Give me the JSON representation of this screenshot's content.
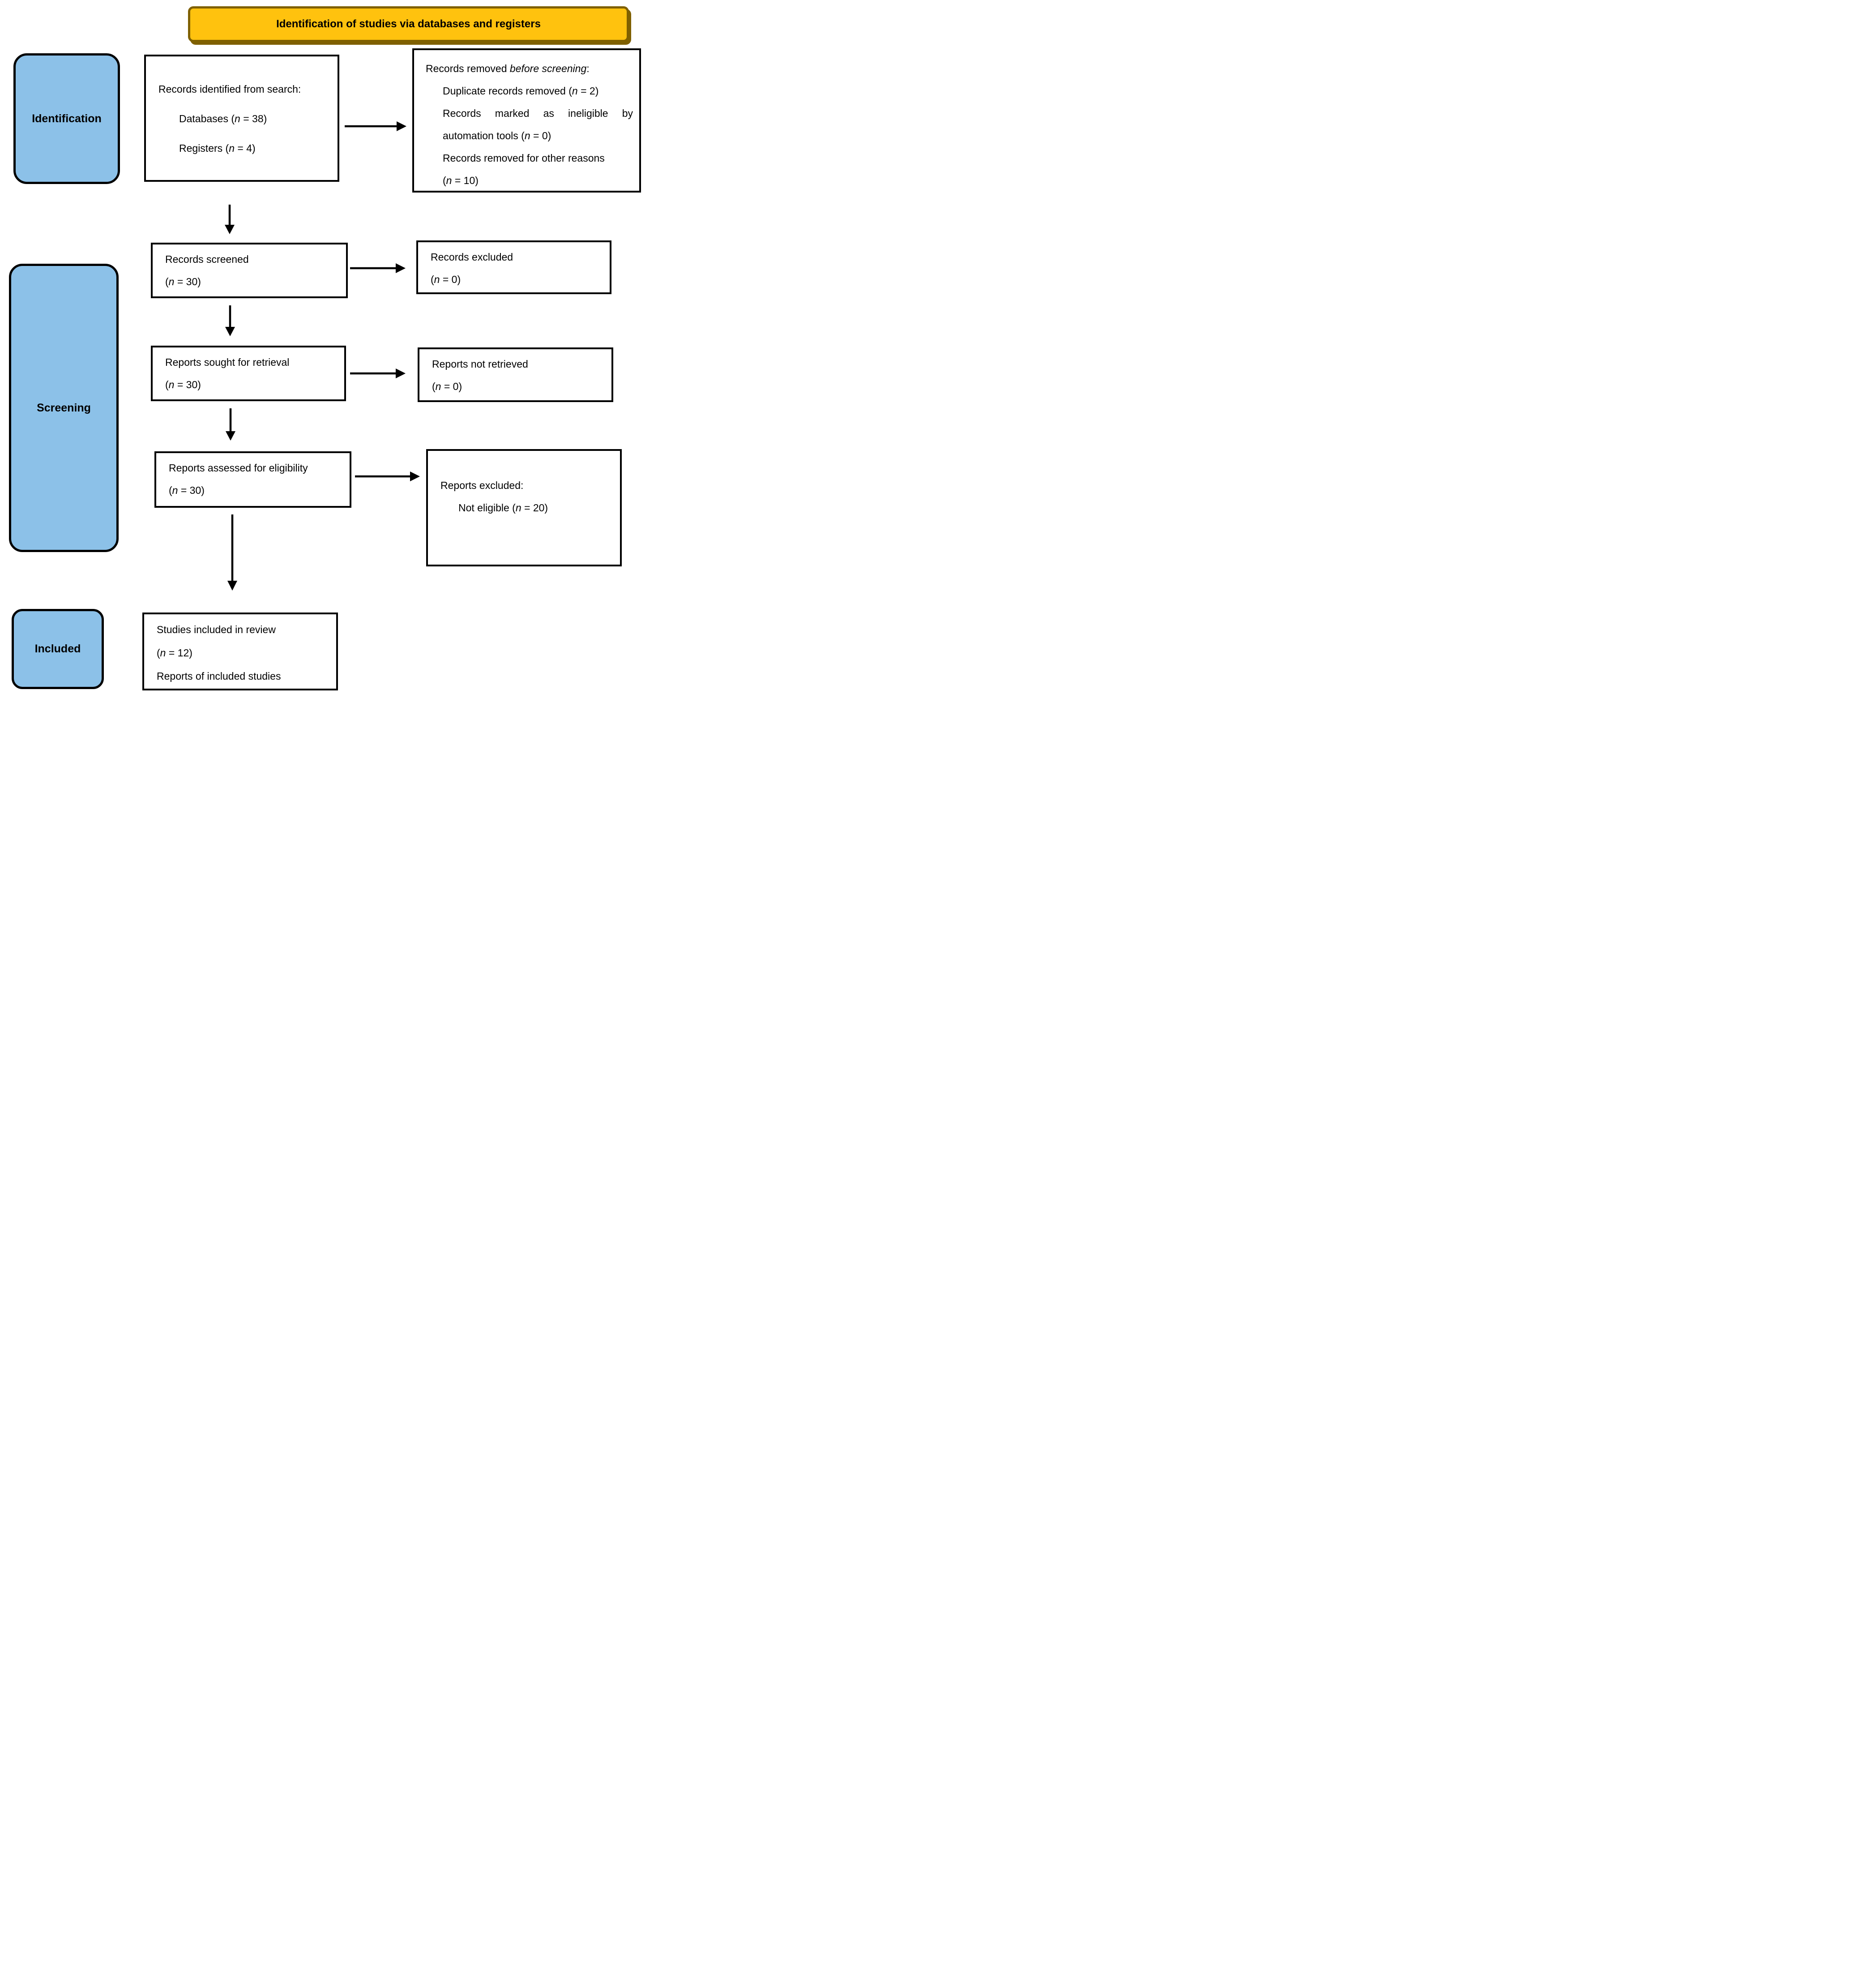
{
  "colors": {
    "banner_fill": "#FFC20E",
    "banner_border": "#7F6000",
    "stage_fill": "#8CC1E8",
    "box_border": "#000000",
    "box_fill": "#FFFFFF"
  },
  "banner": {
    "label": "Identification of studies via databases and registers"
  },
  "stages": {
    "identification": "Identification",
    "screening": "Screening",
    "included": "Included"
  },
  "boxes": {
    "records_identified": {
      "line1": "Records identified from search:",
      "line2": {
        "pre": "Databases (",
        "var": "n",
        "post": " = 38)"
      },
      "line3": {
        "pre": "Registers (",
        "var": "n",
        "post": " = 4)"
      }
    },
    "records_removed": {
      "line1": {
        "pre": "Records removed ",
        "italic": "before screening",
        "post": ":"
      },
      "line2": {
        "pre": "Duplicate records removed (",
        "var": "n",
        "post": " = 2)"
      },
      "line3a": "Records marked as ineligible by",
      "line3b": {
        "pre": "automation tools (",
        "var": "n",
        "post": " = 0)"
      },
      "line4a": "Records removed for other reasons",
      "line4b": {
        "pre": "(",
        "var": "n",
        "post": " = 10)"
      }
    },
    "records_screened": {
      "line1": "Records screened",
      "line2": {
        "pre": "(",
        "var": "n",
        "post": " = 30)"
      }
    },
    "records_excluded": {
      "line1": "Records excluded",
      "line2": {
        "pre": "(",
        "var": "n",
        "post": " = 0)"
      }
    },
    "reports_sought": {
      "line1": "Reports sought for retrieval",
      "line2": {
        "pre": "(",
        "var": "n",
        "post": " = 30)"
      }
    },
    "reports_not_retrieved": {
      "line1": "Reports not retrieved",
      "line2": {
        "pre": "(",
        "var": "n",
        "post": " = 0)"
      }
    },
    "reports_assessed": {
      "line1": "Reports assessed for eligibility",
      "line2": {
        "pre": "(",
        "var": "n",
        "post": " = 30)"
      }
    },
    "reports_excluded": {
      "line1": "Reports excluded:",
      "line2": {
        "pre": "Not eligible (",
        "var": "n",
        "post": " = 20)"
      }
    },
    "studies_included": {
      "line1": "Studies included in review",
      "line2": {
        "pre": "(",
        "var": "n",
        "post": " = 12)"
      },
      "line3": "Reports of included studies"
    }
  }
}
